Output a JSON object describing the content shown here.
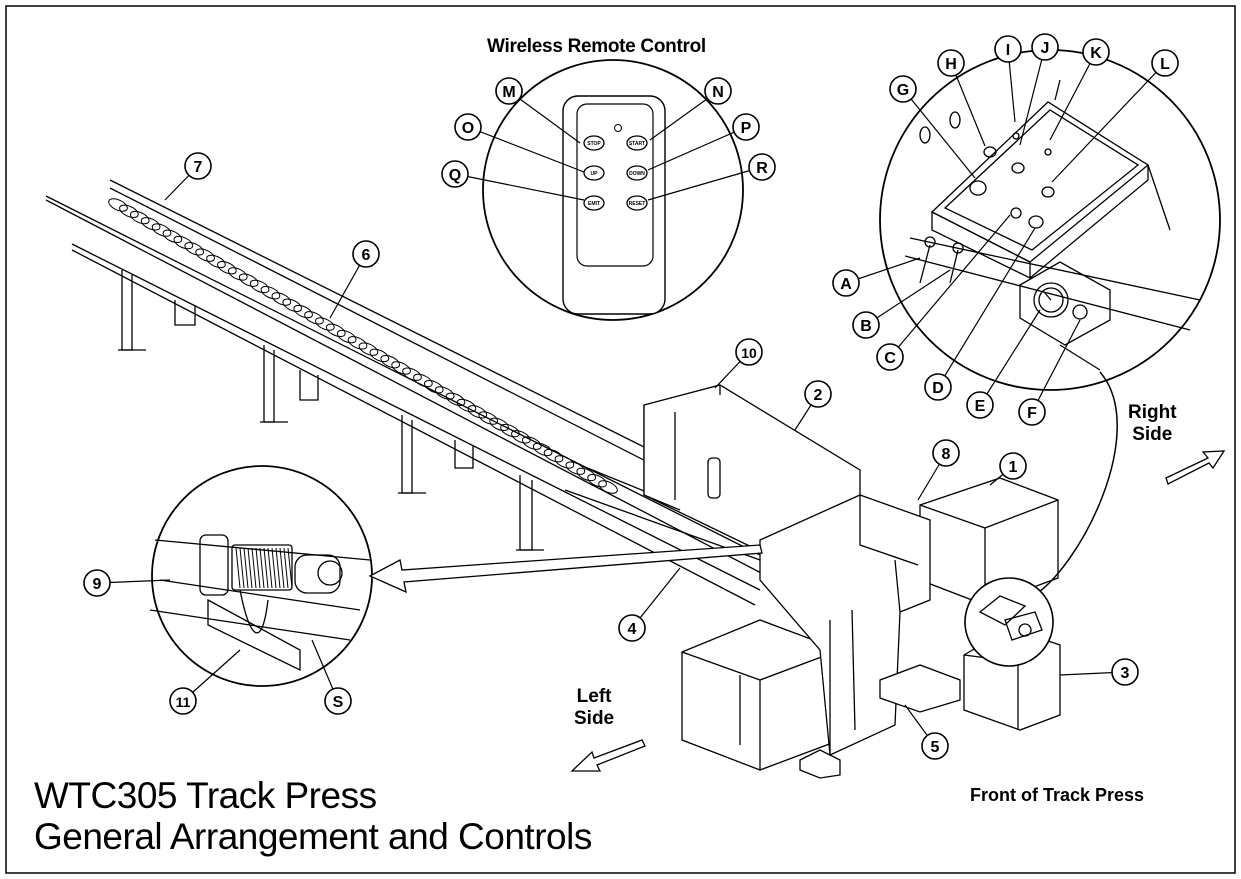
{
  "titles": {
    "remote": "Wireless Remote Control",
    "main_line1": "WTC305 Track Press",
    "main_line2": "General Arrangement and Controls",
    "front": "Front of Track Press",
    "right_line1": "Right",
    "right_line2": "Side",
    "left_line1": "Left",
    "left_line2": "Side"
  },
  "callouts": {
    "n1": "1",
    "n2": "2",
    "n3": "3",
    "n4": "4",
    "n5": "5",
    "n6": "6",
    "n7": "7",
    "n8": "8",
    "n9": "9",
    "n10": "10",
    "n11": "11",
    "A": "A",
    "B": "B",
    "C": "C",
    "D": "D",
    "E": "E",
    "F": "F",
    "G": "G",
    "H": "H",
    "I": "I",
    "J": "J",
    "K": "K",
    "L": "L",
    "M": "M",
    "N": "N",
    "O": "O",
    "P": "P",
    "Q": "Q",
    "R": "R",
    "S": "S"
  },
  "remote_buttons": {
    "b_stop": "STOP",
    "b_start": "START",
    "b_up": "UP",
    "b_down": "DOWN",
    "b_emit": "EMIT",
    "b_reset": "RESET"
  },
  "colors": {
    "line": "#000000",
    "background": "#ffffff"
  }
}
